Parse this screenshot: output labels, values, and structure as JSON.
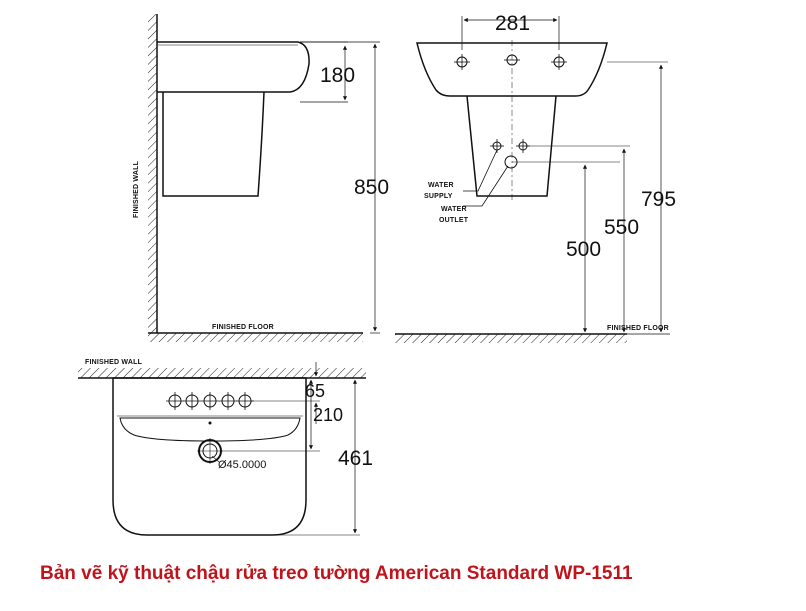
{
  "side_view": {
    "wall_label": "FINISHED WALL",
    "floor_label": "FINISHED FLOOR",
    "dim_basin_depth": "180",
    "dim_total_height": "850"
  },
  "front_view": {
    "dim_hole_spacing": "281",
    "water_supply_label_1": "WATER",
    "water_supply_label_2": "SUPPLY",
    "water_outlet_label_1": "WATER",
    "water_outlet_label_2": "OUTLET",
    "dim_outlet_height": "500",
    "dim_supply_height": "550",
    "dim_rim_height": "795",
    "floor_label": "FINISHED FLOOR"
  },
  "top_view": {
    "wall_label": "FINISHED WALL",
    "dim_wall_to_holes": "65",
    "dim_wall_to_drain": "210",
    "dim_depth": "461",
    "drain_diameter": "Ø45.0000"
  },
  "caption": "Bản vẽ kỹ thuật chậu rửa treo tường American Standard WP-1511"
}
